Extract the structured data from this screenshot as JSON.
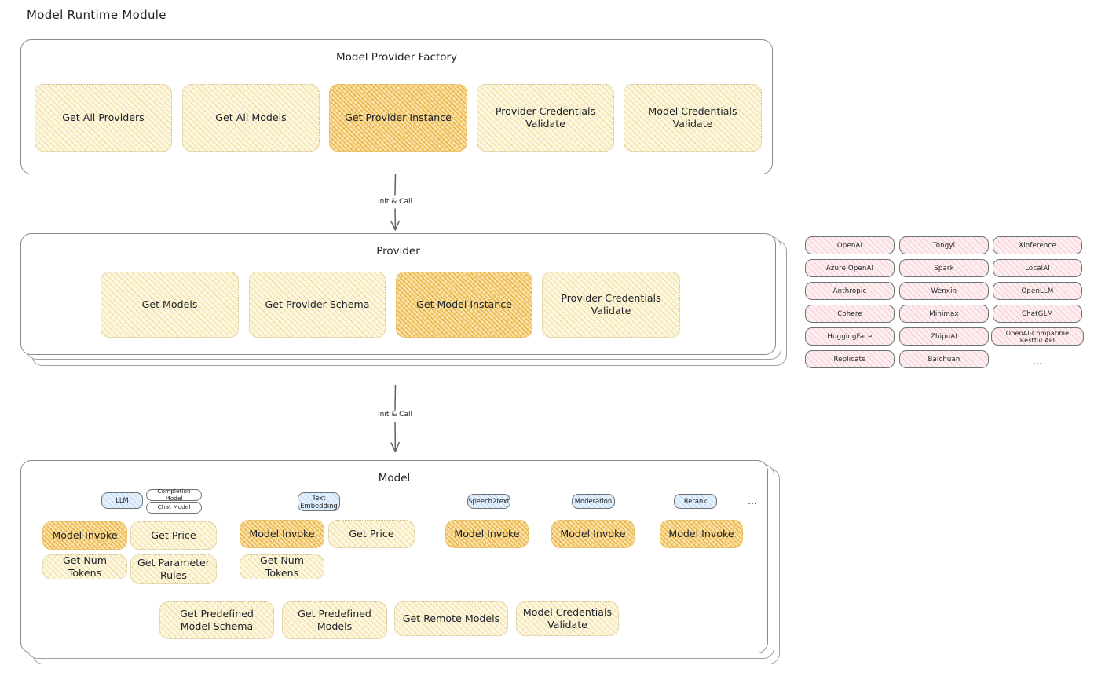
{
  "page": {
    "title": "Model Runtime Module"
  },
  "factory": {
    "title": "Model Provider Factory",
    "boxes": [
      {
        "label": "Get All Providers",
        "highlighted": false
      },
      {
        "label": "Get All Models",
        "highlighted": false
      },
      {
        "label": "Get Provider Instance",
        "highlighted": true
      },
      {
        "label": "Provider Credentials Validate",
        "highlighted": false
      },
      {
        "label": "Model Credentials Validate",
        "highlighted": false
      }
    ]
  },
  "arrow1": {
    "label": "Init & Call"
  },
  "provider": {
    "title": "Provider",
    "boxes": [
      {
        "label": "Get Models",
        "highlighted": false
      },
      {
        "label": "Get Provider Schema",
        "highlighted": false
      },
      {
        "label": "Get Model Instance",
        "highlighted": true
      },
      {
        "label": "Provider Credentials Validate",
        "highlighted": false
      }
    ]
  },
  "provider_list": {
    "column1": [
      "OpenAI",
      "Azure OpenAI",
      "Anthropic",
      "Cohere",
      "HuggingFace",
      "Replicate"
    ],
    "column2": [
      "Tongyi",
      "Spark",
      "Wenxin",
      "Minimax",
      "ZhipuAI",
      "Baichuan"
    ],
    "column3": [
      "Xinference",
      "LocalAI",
      "OpenLLM",
      "ChatGLM",
      "OpenAI-Compatible Restful API"
    ],
    "more": "..."
  },
  "arrow2": {
    "label": "Init & Call"
  },
  "model": {
    "title": "Model",
    "more": "...",
    "types": [
      {
        "name": "LLM",
        "sub_badges": [
          "Completion Model",
          "Chat Model"
        ],
        "methods": [
          {
            "label": "Model Invoke",
            "highlighted": true
          },
          {
            "label": "Get Price",
            "highlighted": false
          },
          {
            "label": "Get Num Tokens",
            "highlighted": false
          },
          {
            "label": "Get Parameter Rules",
            "highlighted": false
          }
        ]
      },
      {
        "name": "Text Embedding",
        "sub_badges": [],
        "methods": [
          {
            "label": "Model Invoke",
            "highlighted": true
          },
          {
            "label": "Get Price",
            "highlighted": false
          },
          {
            "label": "Get Num Tokens",
            "highlighted": false
          }
        ]
      },
      {
        "name": "Speech2text",
        "sub_badges": [],
        "methods": [
          {
            "label": "Model Invoke",
            "highlighted": true
          }
        ]
      },
      {
        "name": "Moderation",
        "sub_badges": [],
        "methods": [
          {
            "label": "Model Invoke",
            "highlighted": true
          }
        ]
      },
      {
        "name": "Rerank",
        "sub_badges": [],
        "methods": [
          {
            "label": "Model Invoke",
            "highlighted": true
          }
        ]
      }
    ],
    "common_methods": [
      "Get Predefined Model Schema",
      "Get Predefined Models",
      "Get Remote Models",
      "Model Credentials Validate"
    ]
  },
  "colors": {
    "accent_fill": "#fdf8e3",
    "accent_highlight": "#fbe3ab",
    "accent_stroke": "#cfc08c",
    "provider_pill": "#fdeef0",
    "badge_blue": "#e4f0fb",
    "card_stroke": "#868b91",
    "text": "#1f2328"
  }
}
